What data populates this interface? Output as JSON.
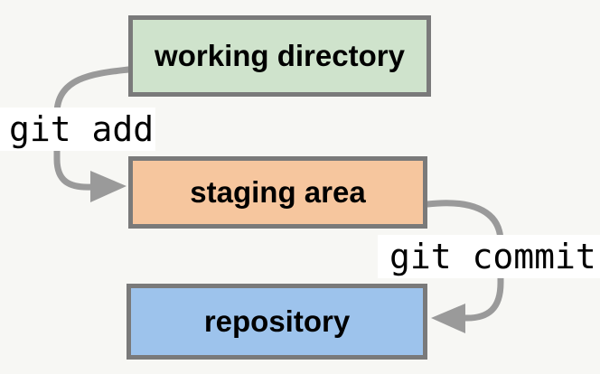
{
  "diagram": {
    "nodes": [
      {
        "id": "working-directory",
        "label": "working directory",
        "fill": "#cfe3cc"
      },
      {
        "id": "staging-area",
        "label": "staging area",
        "fill": "#f6c69e"
      },
      {
        "id": "repository",
        "label": "repository",
        "fill": "#9dc3ec"
      }
    ],
    "edges": [
      {
        "id": "git-add",
        "label": "git add",
        "from": "working-directory",
        "to": "staging-area"
      },
      {
        "id": "git-commit",
        "label": "git commit",
        "from": "staging-area",
        "to": "repository"
      }
    ],
    "colors": {
      "background": "#f7f7f4",
      "node_border": "#7a7a7a",
      "arrow": "#9a9a9a",
      "label_background": "#ffffff",
      "text": "#000000"
    }
  }
}
